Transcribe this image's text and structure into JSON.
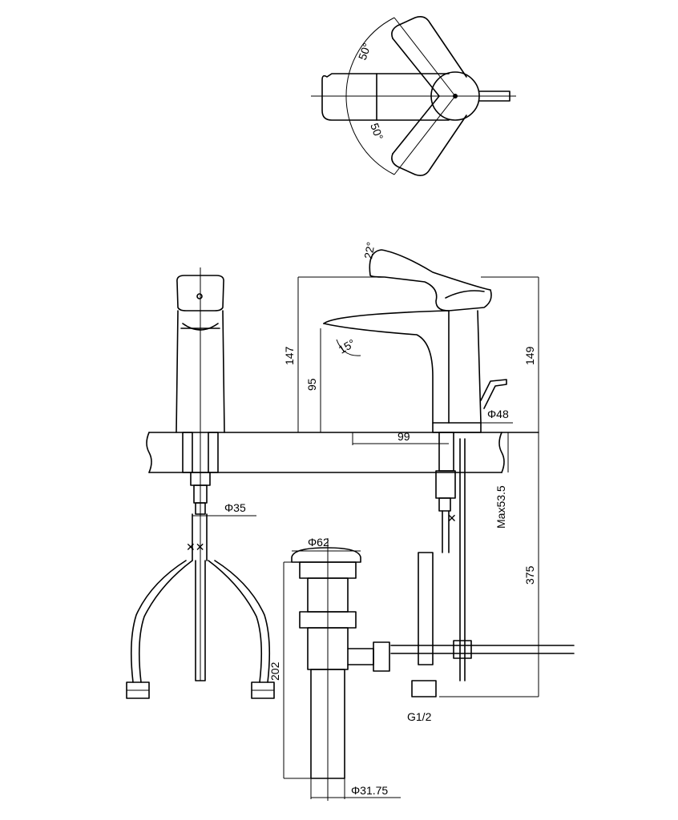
{
  "drawing": {
    "labels": {
      "angle_top": "50°",
      "angle_bottom": "50°",
      "angle_handle": "22°",
      "angle_spout": "15°",
      "height_total_left": "147",
      "height_spout": "95",
      "height_total_right": "149",
      "reach": "99",
      "base_diameter": "Φ48",
      "shank_diameter": "Φ35",
      "max_deck": "Max53.5",
      "drain_diameter": "Φ62",
      "drain_length": "202",
      "hose_length": "375",
      "thread": "G1/2",
      "tail_diameter": "Φ31.75"
    }
  }
}
